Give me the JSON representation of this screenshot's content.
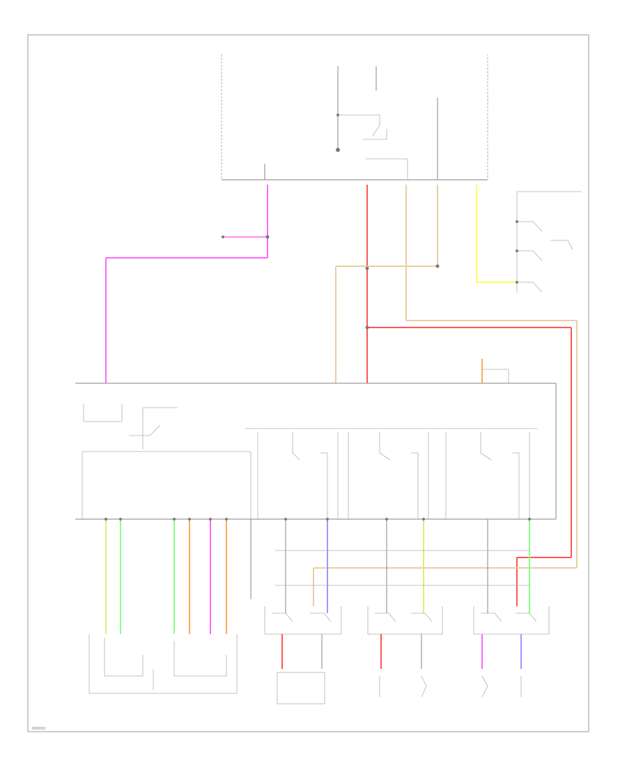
{
  "diagram": {
    "footer_id": "WD0001"
  },
  "colors": {
    "pink": "#ff66ff",
    "red": "#ff5555",
    "tan": "#e8cfa0",
    "yellow": "#ffff55",
    "green": "#88ff88",
    "yellow_green": "#ddee77",
    "orange": "#ffaa55",
    "blue": "#9999ff",
    "gray": "#9a9a9a"
  },
  "icons": [
    "switch-symbol",
    "motor-symbol",
    "ground-symbol",
    "splice-dot"
  ]
}
